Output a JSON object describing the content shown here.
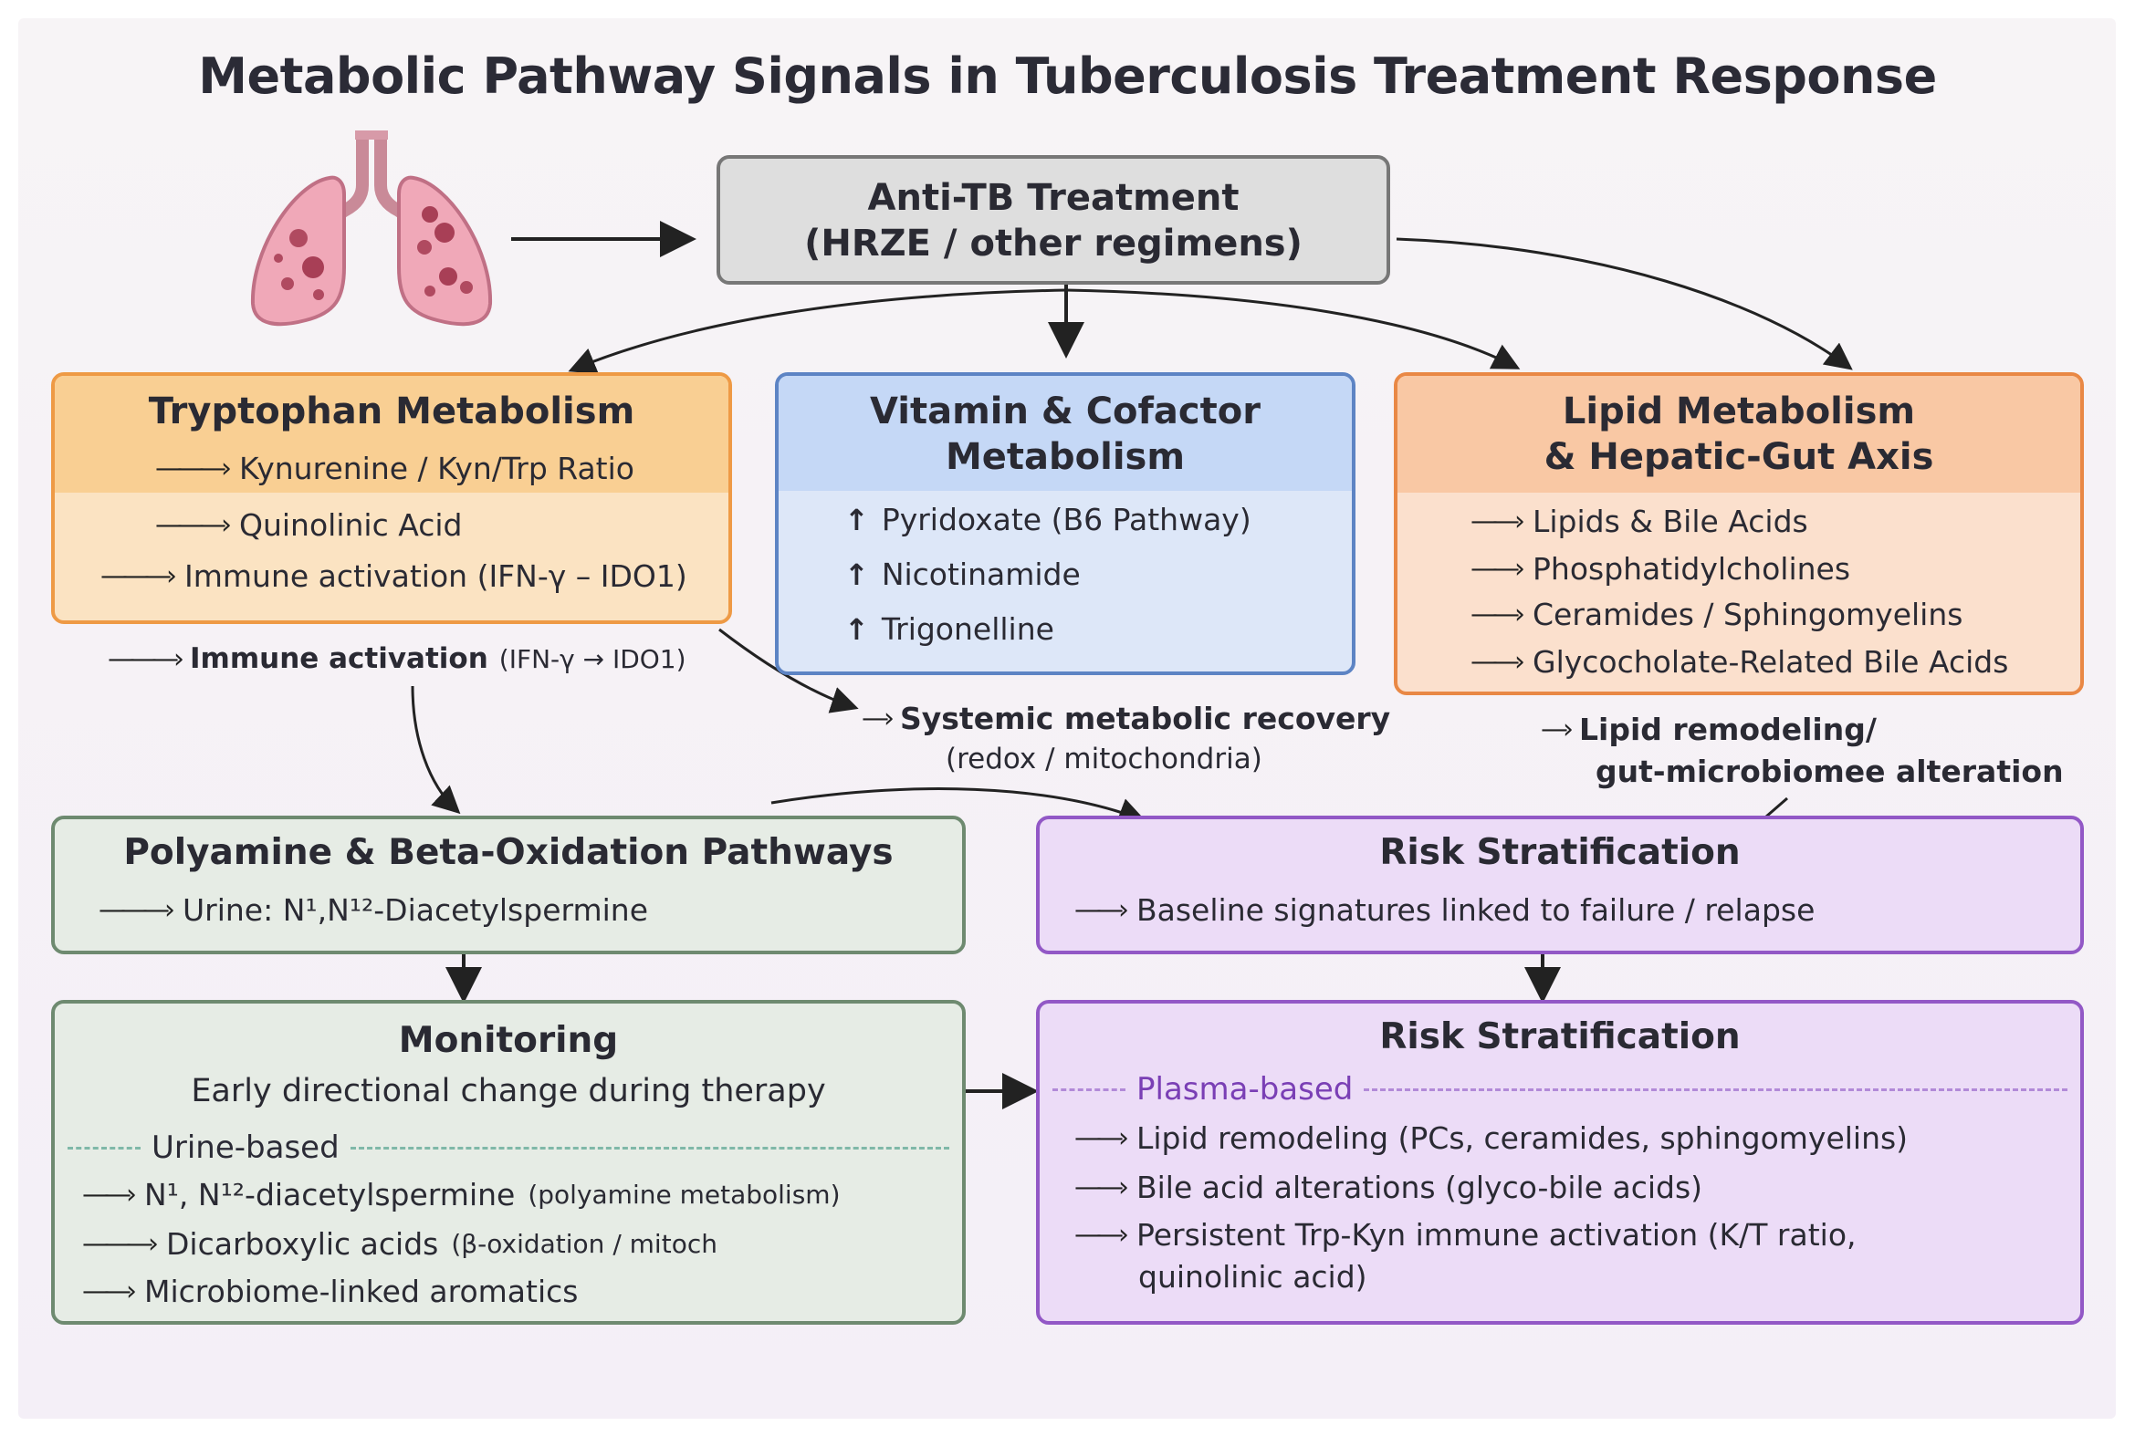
{
  "title": "Metabolic Pathway Signals in Tuberculosis Treatment Response",
  "treatment": {
    "line1": "Anti-TB Treatment",
    "line2": "(HRZE / other regimens)"
  },
  "tryptophan": {
    "title": "Tryptophan Metabolism",
    "items": [
      "Kynurenine / Kyn/Trp Ratio",
      "Quinolinic Acid",
      "Immune activation (IFN-γ – IDO1)"
    ]
  },
  "vitamin": {
    "title_line1": "Vitamin & Cofactor",
    "title_line2": "Metabolism",
    "items": [
      "Pyridoxate (B6 Pathway)",
      "Nicotinamide",
      "Trigonelline"
    ]
  },
  "lipid": {
    "title_line1": "Lipid Metabolism",
    "title_line2": "& Hepatic-Gut Axis",
    "items": [
      "Lipids & Bile Acids",
      "Phosphatidylcholines",
      "Ceramides / Sphingomyelins",
      "Glycocholate-Related Bile Acids"
    ]
  },
  "immune_note": {
    "bold": "Immune activation",
    "rest": "(IFN-γ → IDO1)"
  },
  "systemic": {
    "line1": "Systemic metabolic recovery",
    "line2": "(redox / mitochondria)"
  },
  "lipid_note": {
    "line1": "Lipid remodeling/",
    "line2": "gut-microbiomee alteration"
  },
  "polyamine": {
    "title": "Polyamine & Beta-Oxidation Pathways",
    "item": "Urine: N¹,N¹²-Diacetylspermine"
  },
  "risk1": {
    "title": "Risk Stratification",
    "item": "Baseline signatures linked to failure / relapse"
  },
  "monitoring": {
    "title": "Monitoring",
    "subtitle": "Early directional change during therapy",
    "section": "Urine-based",
    "items": [
      {
        "main": "N¹, N¹²-diacetylspermine",
        "note": "(polyamine metabolism)"
      },
      {
        "main": "Dicarboxylic acids",
        "note": "(β-oxidation / mitoch"
      },
      {
        "main": "Microbiome-linked aromatics",
        "note": ""
      }
    ]
  },
  "risk2": {
    "title": "Risk Stratification",
    "section": "Plasma-based",
    "items": [
      "Lipid remodeling (PCs, ceramides, sphingomyelins)",
      "Bile acid alterations (glyco-bile acids)",
      "Persistent Trp-Kyn immune activation (K/T ratio,",
      "quinolinic acid)"
    ]
  },
  "colors": {
    "orange_fill": "#fbe3c2",
    "orange_head": "#f9cf93",
    "orange_border": "#ee9a45",
    "blue_fill": "#dde7f8",
    "blue_head": "#c5d8f6",
    "blue_border": "#5d84c4",
    "peach_fill": "#fbe0cd",
    "peach_border": "#e98845",
    "green_fill": "#e6ece5",
    "green_border": "#6e8a70",
    "purple_fill": "#ecdcf7",
    "purple_border": "#9258c6",
    "gray_fill": "#dedede",
    "gray_border": "#777777"
  }
}
